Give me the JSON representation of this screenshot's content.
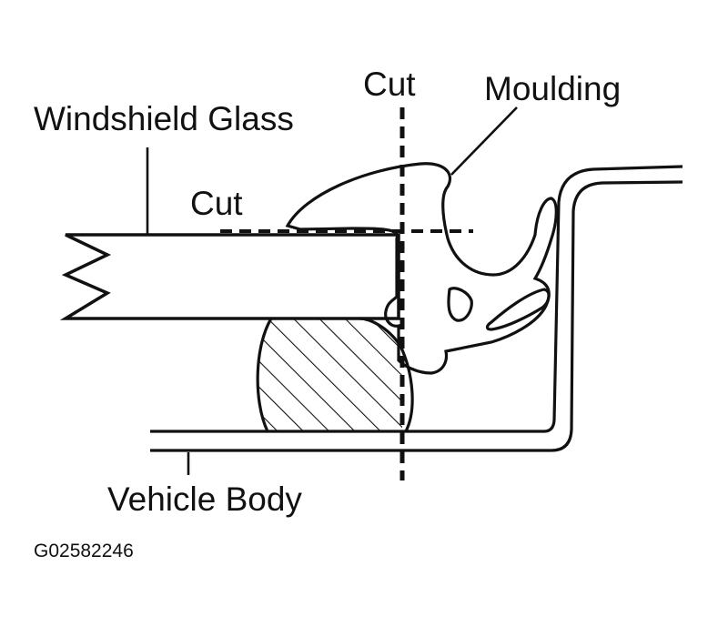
{
  "diagram": {
    "labels": {
      "windshield_glass": "Windshield Glass",
      "moulding": "Moulding",
      "cut_vertical": "Cut",
      "cut_horizontal": "Cut",
      "vehicle_body": "Vehicle Body"
    },
    "figure_code": "G02582246",
    "colors": {
      "ink": "#111111",
      "background": "#ffffff"
    }
  }
}
